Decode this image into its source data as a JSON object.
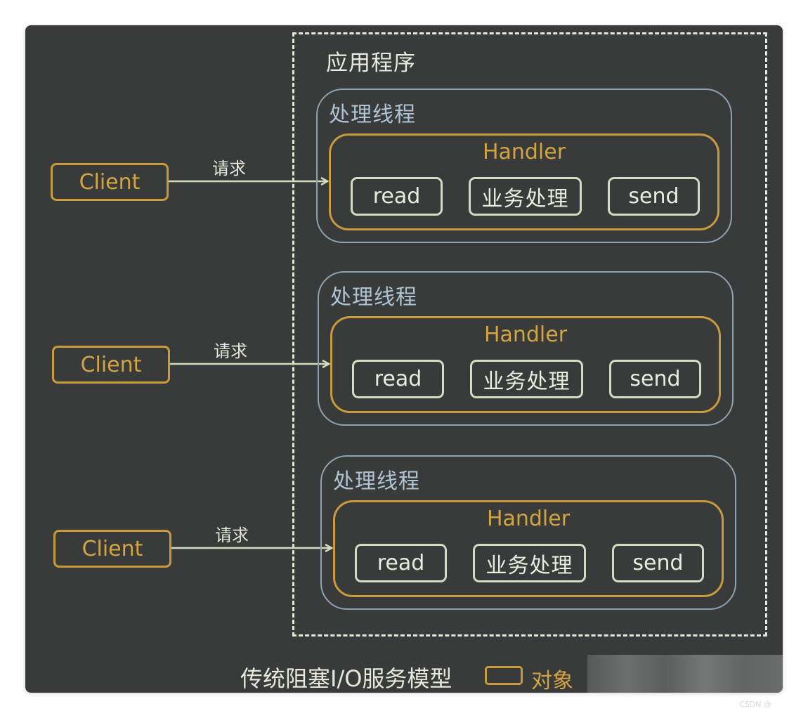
{
  "app": {
    "title": "应用程序"
  },
  "threads": [
    {
      "label": "处理线程",
      "handler": "Handler",
      "ops": {
        "read": "read",
        "business": "业务处理",
        "send": "send"
      },
      "client": "Client",
      "request": "请求"
    },
    {
      "label": "处理线程",
      "handler": "Handler",
      "ops": {
        "read": "read",
        "business": "业务处理",
        "send": "send"
      },
      "client": "Client",
      "request": "请求"
    },
    {
      "label": "处理线程",
      "handler": "Handler",
      "ops": {
        "read": "read",
        "business": "业务处理",
        "send": "send"
      },
      "client": "Client",
      "request": "请求"
    }
  ],
  "caption": "传统阻塞I/O服务模型",
  "legend": {
    "label": "对象"
  },
  "watermark": "CSDN @"
}
